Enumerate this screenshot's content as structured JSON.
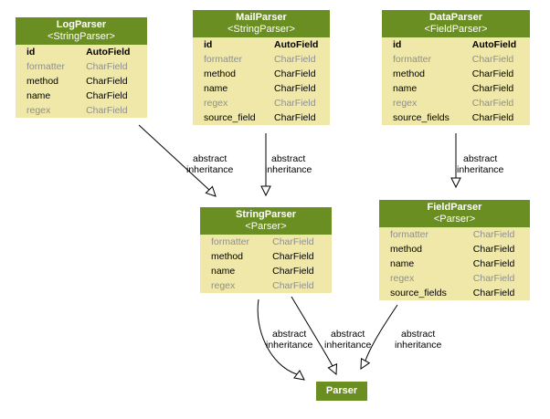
{
  "models": [
    {
      "key": "logparser",
      "name": "LogParser",
      "base": "<StringParser>",
      "fields": [
        {
          "name": "id",
          "type": "AutoField",
          "style": "key"
        },
        {
          "name": "formatter",
          "type": "CharField",
          "style": "inherited"
        },
        {
          "name": "method",
          "type": "CharField",
          "style": "own"
        },
        {
          "name": "name",
          "type": "CharField",
          "style": "own"
        },
        {
          "name": "regex",
          "type": "CharField",
          "style": "inherited"
        }
      ]
    },
    {
      "key": "mailparser",
      "name": "MailParser",
      "base": "<StringParser>",
      "fields": [
        {
          "name": "id",
          "type": "AutoField",
          "style": "key"
        },
        {
          "name": "formatter",
          "type": "CharField",
          "style": "inherited"
        },
        {
          "name": "method",
          "type": "CharField",
          "style": "own"
        },
        {
          "name": "name",
          "type": "CharField",
          "style": "own"
        },
        {
          "name": "regex",
          "type": "CharField",
          "style": "inherited"
        },
        {
          "name": "source_field",
          "type": "CharField",
          "style": "own"
        }
      ]
    },
    {
      "key": "dataparser",
      "name": "DataParser",
      "base": "<FieldParser>",
      "fields": [
        {
          "name": "id",
          "type": "AutoField",
          "style": "key"
        },
        {
          "name": "formatter",
          "type": "CharField",
          "style": "inherited"
        },
        {
          "name": "method",
          "type": "CharField",
          "style": "own"
        },
        {
          "name": "name",
          "type": "CharField",
          "style": "own"
        },
        {
          "name": "regex",
          "type": "CharField",
          "style": "inherited"
        },
        {
          "name": "source_fields",
          "type": "CharField",
          "style": "own"
        }
      ]
    },
    {
      "key": "stringparser",
      "name": "StringParser",
      "base": "<Parser>",
      "fields": [
        {
          "name": "formatter",
          "type": "CharField",
          "style": "inherited"
        },
        {
          "name": "method",
          "type": "CharField",
          "style": "own"
        },
        {
          "name": "name",
          "type": "CharField",
          "style": "own"
        },
        {
          "name": "regex",
          "type": "CharField",
          "style": "inherited"
        }
      ]
    },
    {
      "key": "fieldparser",
      "name": "FieldParser",
      "base": "<Parser>",
      "fields": [
        {
          "name": "formatter",
          "type": "CharField",
          "style": "inherited"
        },
        {
          "name": "method",
          "type": "CharField",
          "style": "own"
        },
        {
          "name": "name",
          "type": "CharField",
          "style": "own"
        },
        {
          "name": "regex",
          "type": "CharField",
          "style": "inherited"
        },
        {
          "name": "source_fields",
          "type": "CharField",
          "style": "own"
        }
      ]
    }
  ],
  "root": {
    "name": "Parser"
  },
  "edges": [
    {
      "from": "LogParser",
      "to": "StringParser",
      "label_line1": "abstract",
      "label_line2": "inheritance"
    },
    {
      "from": "MailParser",
      "to": "StringParser",
      "label_line1": "abstract",
      "label_line2": "inheritance"
    },
    {
      "from": "DataParser",
      "to": "FieldParser",
      "label_line1": "abstract",
      "label_line2": "inheritance"
    },
    {
      "from": "StringParser",
      "to": "Parser",
      "label_line1": "abstract",
      "label_line2": "inheritance"
    },
    {
      "from": "StringParser",
      "to": "Parser",
      "label_line1": "abstract",
      "label_line2": "inheritance"
    },
    {
      "from": "FieldParser",
      "to": "Parser",
      "label_line1": "abstract",
      "label_line2": "inheritance"
    }
  ],
  "colors": {
    "header": "#6b8e23",
    "body": "#efe8a9",
    "inherited_text": "#8f8f8f"
  }
}
